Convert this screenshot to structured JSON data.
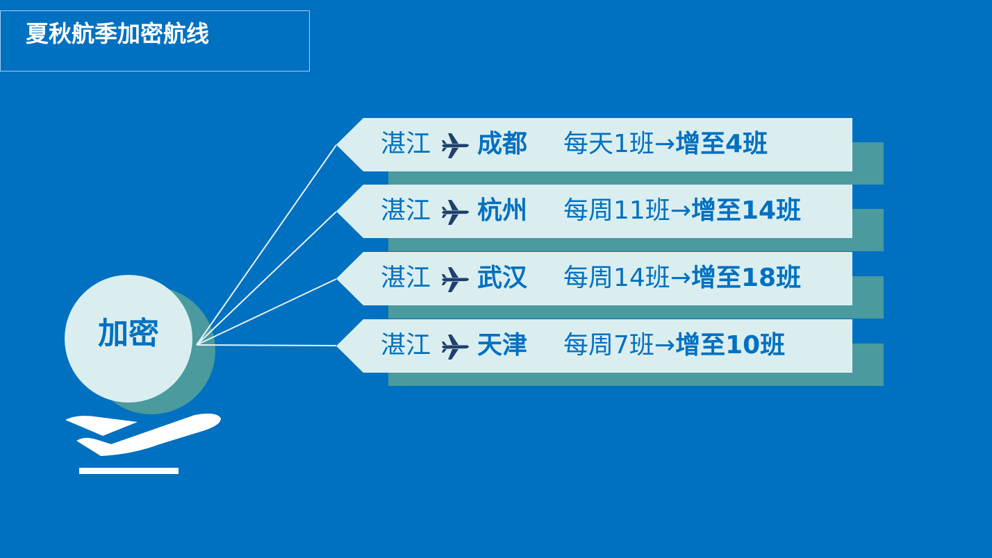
{
  "title": "夏秋航季加密航线",
  "center_label": "加密",
  "routes": [
    {
      "origin": "湛江",
      "destination": "成都",
      "before": "每天1班",
      "arrow": "→",
      "after": "增至4班"
    },
    {
      "origin": "湛江",
      "destination": "杭州",
      "before": "每周11班",
      "arrow": "→",
      "after": "增至14班"
    },
    {
      "origin": "湛江",
      "destination": "武汉",
      "before": "每周14班",
      "arrow": "→",
      "after": "增至18班"
    },
    {
      "origin": "湛江",
      "destination": "天津",
      "before": "每周7班",
      "arrow": "→",
      "after": "增至10班"
    }
  ],
  "colors": {
    "background": "#0070c0",
    "panel": "#daeef0",
    "shadow": "#4a9a9e",
    "plane_icon": "#1f3f6e"
  }
}
